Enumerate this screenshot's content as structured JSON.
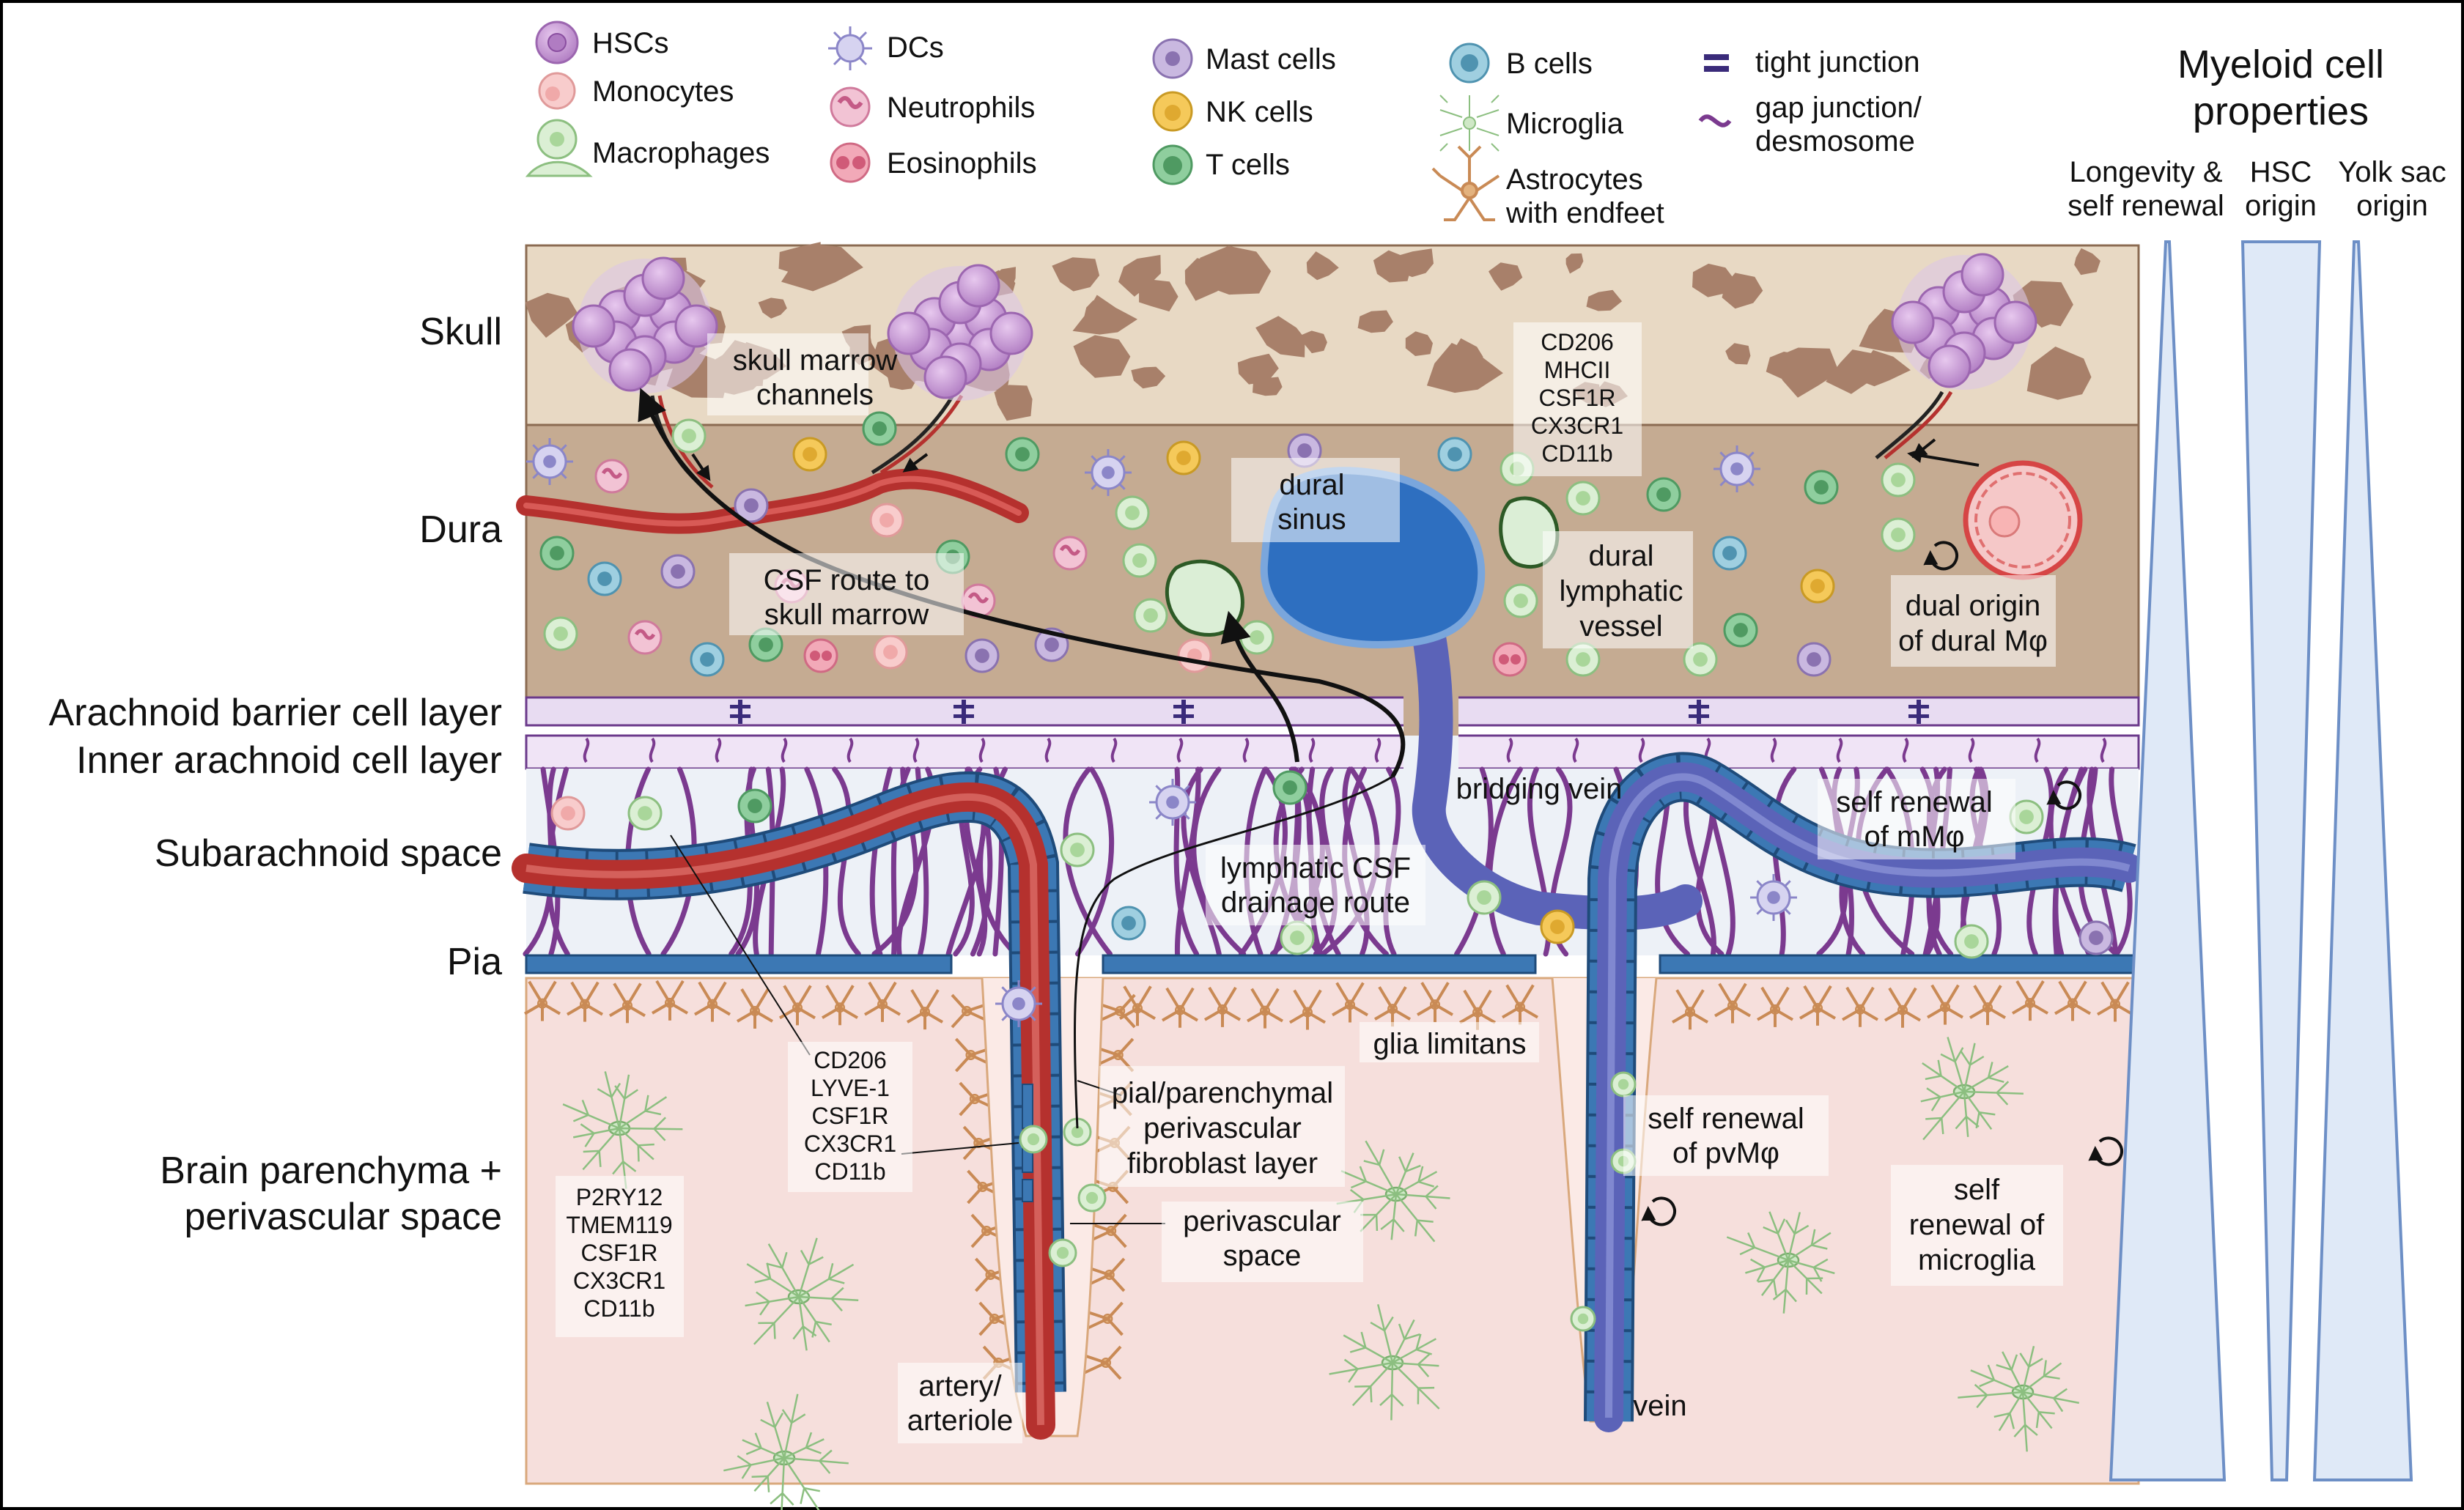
{
  "legend": {
    "hscs": "HSCs",
    "monocytes": "Monocytes",
    "macrophages": "Macrophages",
    "dcs": "DCs",
    "neutrophils": "Neutrophils",
    "eosinophils": "Eosinophils",
    "mast_cells": "Mast cells",
    "nk_cells": "NK cells",
    "t_cells": "T cells",
    "b_cells": "B cells",
    "microglia": "Microglia",
    "astrocytes_1": "Astrocytes",
    "astrocytes_2": "with endfeet",
    "tight_junction": "tight junction",
    "gap_junction_1": "gap junction/",
    "gap_junction_2": "desmosome"
  },
  "layers": {
    "skull": "Skull",
    "dura": "Dura",
    "arachnoid_barrier": "Arachnoid barrier cell layer",
    "inner_arachnoid": "Inner arachnoid cell layer",
    "subarachnoid": "Subarachnoid space",
    "pia": "Pia",
    "brain_1": "Brain parenchyma +",
    "brain_2": "perivascular space"
  },
  "properties": {
    "title_1": "Myeloid cell",
    "title_2": "properties",
    "col1_1": "Longevity &",
    "col1_2": "self renewal",
    "col2_1": "HSC",
    "col2_2": "origin",
    "col3_1": "Yolk sac",
    "col3_2": "origin"
  },
  "annotations": {
    "skull_marrow_1": "skull marrow",
    "skull_marrow_2": "channels",
    "csf_route_1": "CSF route to",
    "csf_route_2": "skull marrow",
    "dural_sinus_1": "dural",
    "dural_sinus_2": "sinus",
    "dural_lymph_1": "dural",
    "dural_lymph_2": "lymphatic",
    "dural_lymph_3": "vessel",
    "dual_origin_1": "dual origin",
    "dual_origin_2": "of dural Mφ",
    "bridging_vein": "bridging vein",
    "self_renewal_m_1": "self renewal",
    "self_renewal_m_2": "of mMφ",
    "lymphatic_csf_1": "lymphatic CSF",
    "lymphatic_csf_2": "drainage route",
    "glia_limitans": "glia limitans",
    "pial_1": "pial/parenchymal",
    "pial_2": "perivascular",
    "pial_3": "fibroblast layer",
    "self_renewal_pv_1": "self renewal",
    "self_renewal_pv_2": "of pvMφ",
    "self_renewal_mg_1": "self",
    "self_renewal_mg_2": "renewal of",
    "self_renewal_mg_3": "microglia",
    "perivascular_1": "perivascular",
    "perivascular_2": "space",
    "artery_1": "artery/",
    "artery_2": "arteriole",
    "vein": "vein"
  },
  "markers": {
    "dura": [
      "CD206",
      "MHCII",
      "CSF1R",
      "CX3CR1",
      "CD11b"
    ],
    "pv": [
      "CD206",
      "LYVE-1",
      "CSF1R",
      "CX3CR1",
      "CD11b"
    ],
    "microglia": [
      "P2RY12",
      "TMEM119",
      "CSF1R",
      "CX3CR1",
      "CD11b"
    ]
  },
  "colors": {
    "skull": "#e8d9c4",
    "bone_pore": "#a8806a",
    "dura": "#c5ab92",
    "arachnoid": "#e8dcf2",
    "subarachnoid": "#edf1f7",
    "parenchyma": "#f6dfdc",
    "artery": "#b5312e",
    "vein": "#5b63b8",
    "sinus": "#2e6fc0",
    "pia": "#3c78b4",
    "trabeculae": "#7b3a8f"
  }
}
